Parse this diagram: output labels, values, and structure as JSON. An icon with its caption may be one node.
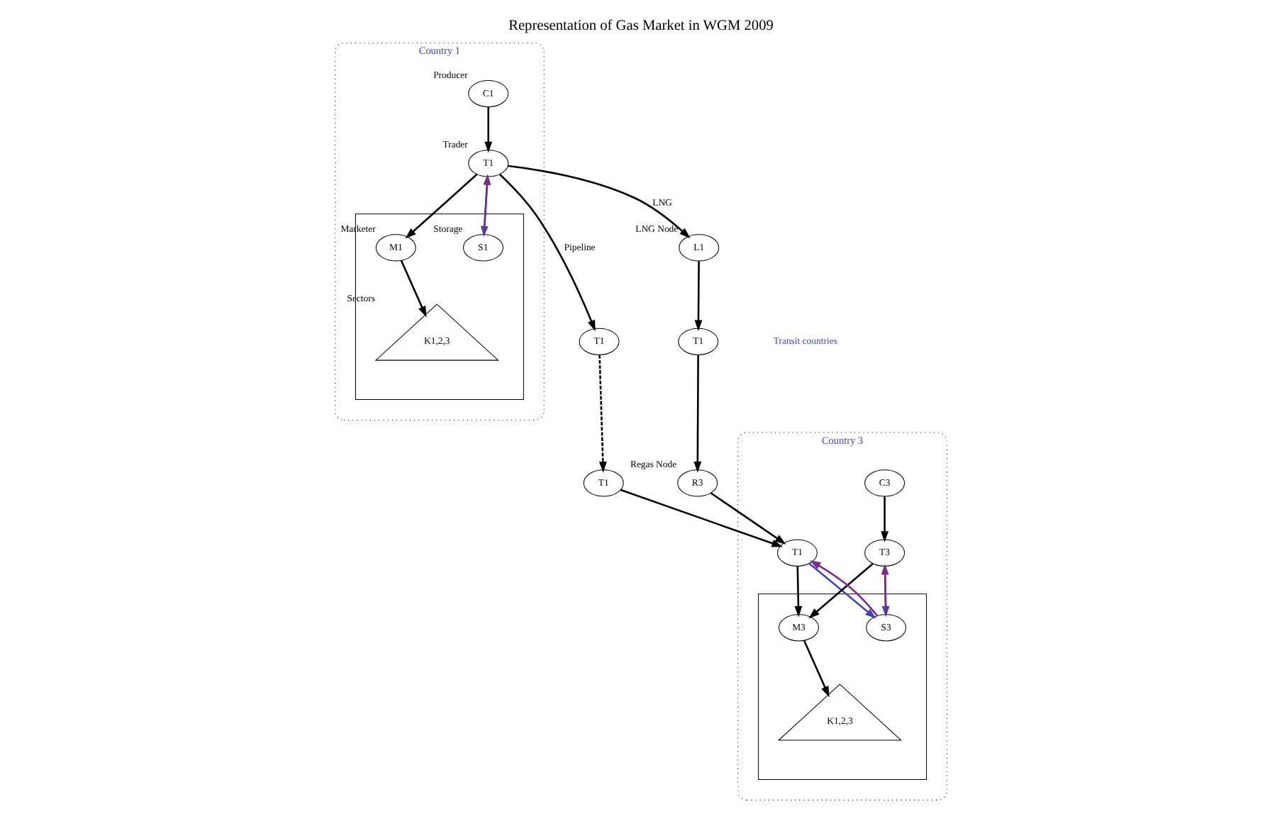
{
  "diagram": {
    "title": "Representation of Gas Market in WGM 2009",
    "nodes": [
      {
        "text": [
          "Country 1"
        ]
      },
      {
        "text": [
          "C1"
        ],
        "in": 0,
        "beside": [
          "Producer"
        ]
      },
      {
        "text": [
          "T1"
        ],
        "in": 0,
        "beside": [
          "Trader"
        ]
      },
      {
        "text": [],
        "shape": "box",
        "in": 0
      },
      {
        "text": [
          "S1"
        ],
        "in": 3,
        "beside": [
          "Storage"
        ]
      },
      {
        "text": [
          "M1"
        ],
        "in": 3,
        "beside": [
          "Marketer"
        ]
      },
      {
        "text": [
          "K1,2,3"
        ],
        "in": 3,
        "beside": [
          "Sectors"
        ]
      },
      {
        "text": [
          "T1"
        ]
      },
      {
        "text": [
          "T1"
        ]
      },
      {
        "text": [
          "L1"
        ],
        "beside": [
          "LNG Node"
        ]
      },
      {
        "text": [
          "T1"
        ]
      },
      {
        "text": [
          "R3"
        ],
        "beside": [
          "Regas Node"
        ]
      },
      {
        "text": [
          "Country 3"
        ]
      },
      {
        "text": [
          "C3"
        ],
        "in": 12
      },
      {
        "text": [
          "T1"
        ],
        "in": 12
      },
      {
        "text": [
          "T3"
        ],
        "in": 12
      },
      {
        "text": [],
        "shape": "box",
        "in": 12
      },
      {
        "text": [
          "S3"
        ],
        "in": 16
      },
      {
        "text": [
          "M3"
        ],
        "in": 16
      },
      {
        "text": [
          "K1,2,3"
        ],
        "in": 16
      }
    ],
    "edges": [
      {
        "from": 1,
        "to": 2,
        "arrow": "to"
      },
      {
        "from": 2,
        "to": 7,
        "arrow": "to",
        "label": "Pipeline"
      },
      {
        "from": 7,
        "to": 8,
        "arrow": "to",
        "style": "dashed"
      },
      {
        "from": 8,
        "to": 14,
        "arrow": "to"
      },
      {
        "from": 2,
        "to": 9,
        "arrow": "to",
        "label": "LNG"
      },
      {
        "from": 9,
        "to": 10,
        "arrow": "to"
      },
      {
        "from": 10,
        "to": 11,
        "arrow": "to"
      },
      {
        "from": 11,
        "to": 14,
        "arrow": "to"
      },
      {
        "from": 2,
        "to": 4,
        "arrow": "to",
        "color": "#3f48a8"
      },
      {
        "from": 4,
        "to": 2,
        "arrow": "to",
        "color": "#7b2a8a"
      },
      {
        "from": 2,
        "to": 5,
        "arrow": "to"
      },
      {
        "from": 5,
        "to": 6,
        "arrow": "to"
      },
      {
        "from": 13,
        "to": 15,
        "arrow": "to"
      },
      {
        "from": 14,
        "to": 17,
        "arrow": "to",
        "color": "#3f48a8"
      },
      {
        "from": 17,
        "to": 14,
        "arrow": "to",
        "color": "#7b2a8a"
      },
      {
        "from": 15,
        "to": 17,
        "arrow": "to",
        "color": "#3f48a8"
      },
      {
        "from": 17,
        "to": 15,
        "arrow": "to",
        "color": "#7b2a8a"
      },
      {
        "from": 15,
        "to": 18,
        "arrow": "to"
      },
      {
        "from": 14,
        "to": 18,
        "arrow": "to"
      },
      {
        "from": 18,
        "to": 19,
        "arrow": "to"
      }
    ],
    "labels": [
      "Transit countries"
    ]
  }
}
